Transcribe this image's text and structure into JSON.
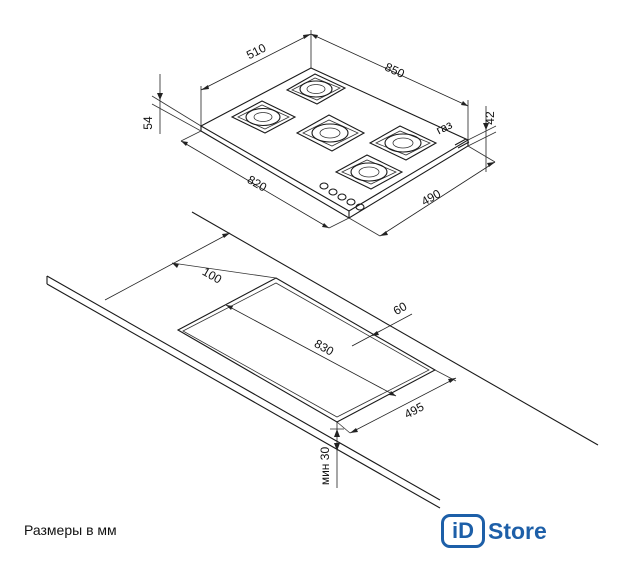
{
  "labels": {
    "d510": "510",
    "d850": "850",
    "d54": "54",
    "d42": "42",
    "d820": "820",
    "d490": "490",
    "gas": "газ",
    "d100": "100",
    "d60": "60",
    "d830": "830",
    "d495": "495",
    "min30": "мин 30"
  },
  "caption": "Размеры в мм",
  "logo": {
    "mark": "iD",
    "word": "Store",
    "color": "#1d5fa8"
  }
}
